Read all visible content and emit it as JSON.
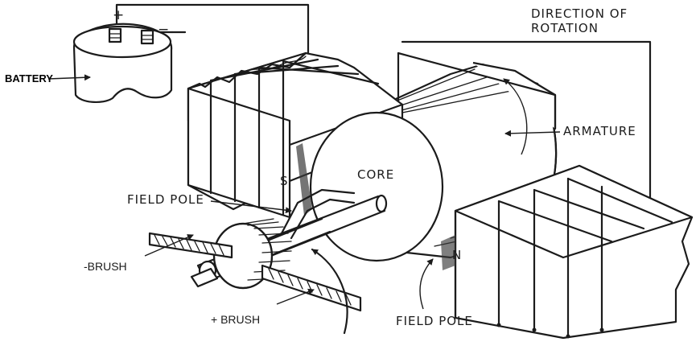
{
  "labels": {
    "battery": "BATTERY",
    "battery_plus": "+",
    "battery_minus": "−",
    "direction_line1": "DIRECTION OF",
    "direction_line2": "ROTATION",
    "armature": "ARMATURE",
    "core": "CORE",
    "pole_s": "S",
    "pole_n": "N",
    "field_pole_left": "FIELD POLE",
    "field_pole_bottom": "FIELD POLE",
    "neg_brush": "-BRUSH",
    "pos_brush": "+  BRUSH"
  },
  "colors": {
    "ink": "#1b1b1b",
    "background": "#ffffff"
  }
}
